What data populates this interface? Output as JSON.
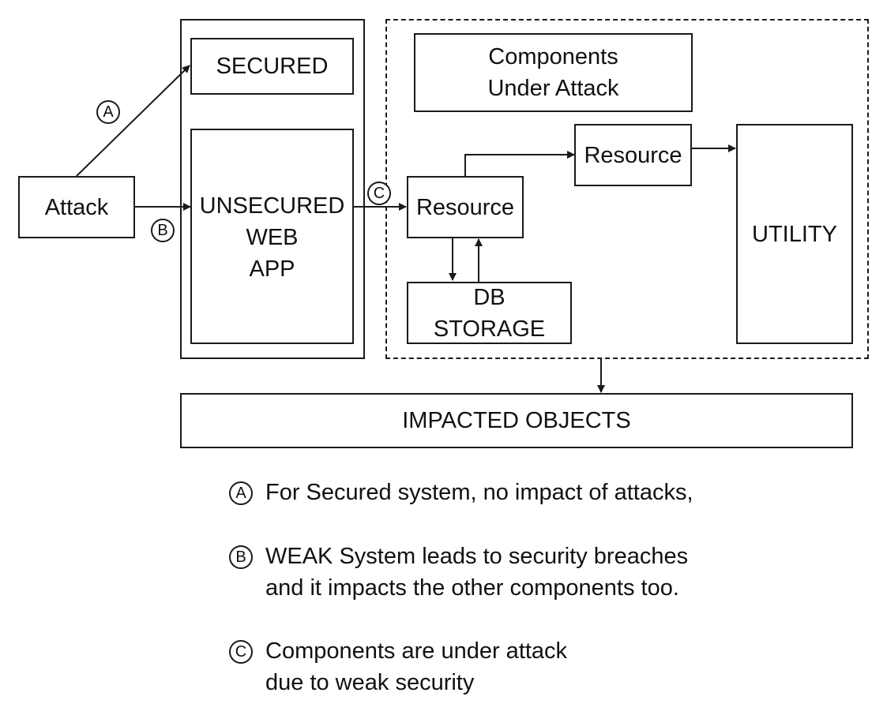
{
  "diagram": {
    "attack": "Attack",
    "secured": "SECURED",
    "unsecured_web_app": "UNSECURED\nWEB\nAPP",
    "components_under_attack": "Components\nUnder Attack",
    "resource_primary": "Resource",
    "resource_secondary": "Resource",
    "db_storage": "DB\nSTORAGE",
    "utility": "UTILITY",
    "impacted_objects": "IMPACTED OBJECTS"
  },
  "markers": {
    "a": "A",
    "b": "B",
    "c": "C"
  },
  "legend": [
    {
      "marker": "A",
      "text": "For Secured system, no impact of attacks,"
    },
    {
      "marker": "B",
      "text": "WEAK System leads to security breaches\nand it impacts the other components too."
    },
    {
      "marker": "C",
      "text": "Components are under attack\ndue to weak security"
    }
  ]
}
